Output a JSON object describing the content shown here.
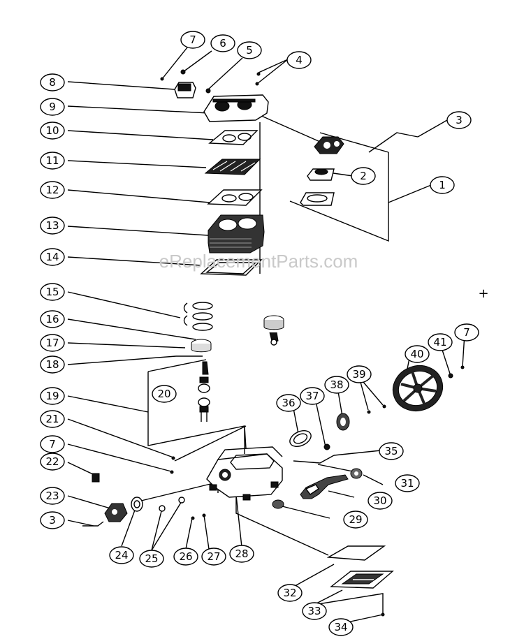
{
  "watermark": "eReplacementParts.com",
  "plus_symbol": "+",
  "callout_numbers": [
    "7",
    "6",
    "5",
    "4",
    "8",
    "9",
    "3",
    "10",
    "2",
    "11",
    "1",
    "12",
    "13",
    "14",
    "15",
    "16",
    "17",
    "18",
    "19",
    "20",
    "40",
    "41",
    "7",
    "36",
    "37",
    "38",
    "39",
    "21",
    "7",
    "35",
    "22",
    "31",
    "23",
    "30",
    "3",
    "29",
    "24",
    "25",
    "26",
    "27",
    "28",
    "32",
    "33",
    "34"
  ],
  "colors": {
    "ink": "#000000",
    "watermark": "#c9c9c9",
    "background": "#ffffff"
  }
}
